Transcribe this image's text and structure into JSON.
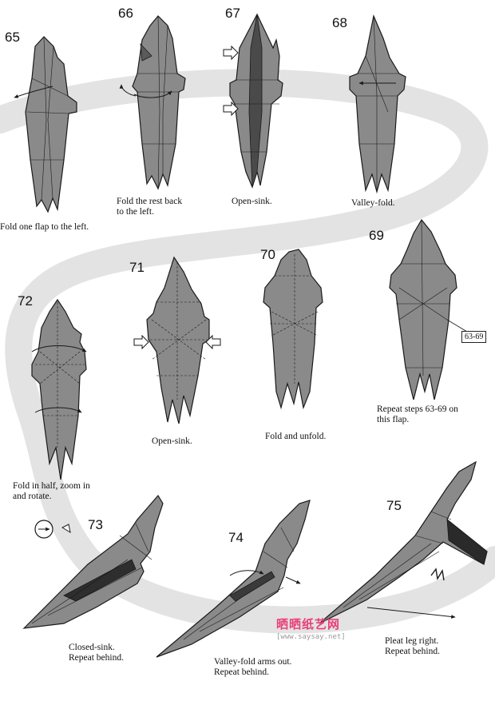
{
  "colors": {
    "paper": "#8a8a8a",
    "paper_dark": "#4a4a4a",
    "line": "#1a1a1a",
    "swoosh": "#e3e3e3",
    "watermark": "#e8407a"
  },
  "steps": [
    {
      "number": "65",
      "caption": "Fold one flap to the left."
    },
    {
      "number": "66",
      "caption": "Fold the rest back\nto the left."
    },
    {
      "number": "67",
      "caption": "Open-sink."
    },
    {
      "number": "68",
      "caption": "Valley-fold."
    },
    {
      "number": "69",
      "caption": "Repeat steps 63-69 on\nthis flap.",
      "reference": "63-69"
    },
    {
      "number": "70",
      "caption": "Fold and unfold."
    },
    {
      "number": "71",
      "caption": "Open-sink."
    },
    {
      "number": "72",
      "caption": "Fold in half, zoom in\nand rotate."
    },
    {
      "number": "73",
      "caption": "Closed-sink.\nRepeat behind."
    },
    {
      "number": "74",
      "caption": "Valley-fold arms out.\nRepeat behind."
    },
    {
      "number": "75",
      "caption": "Pleat leg right.\nRepeat behind."
    }
  ],
  "watermark": {
    "title": "晒晒纸艺网",
    "url": "[www.saysay.net]"
  }
}
